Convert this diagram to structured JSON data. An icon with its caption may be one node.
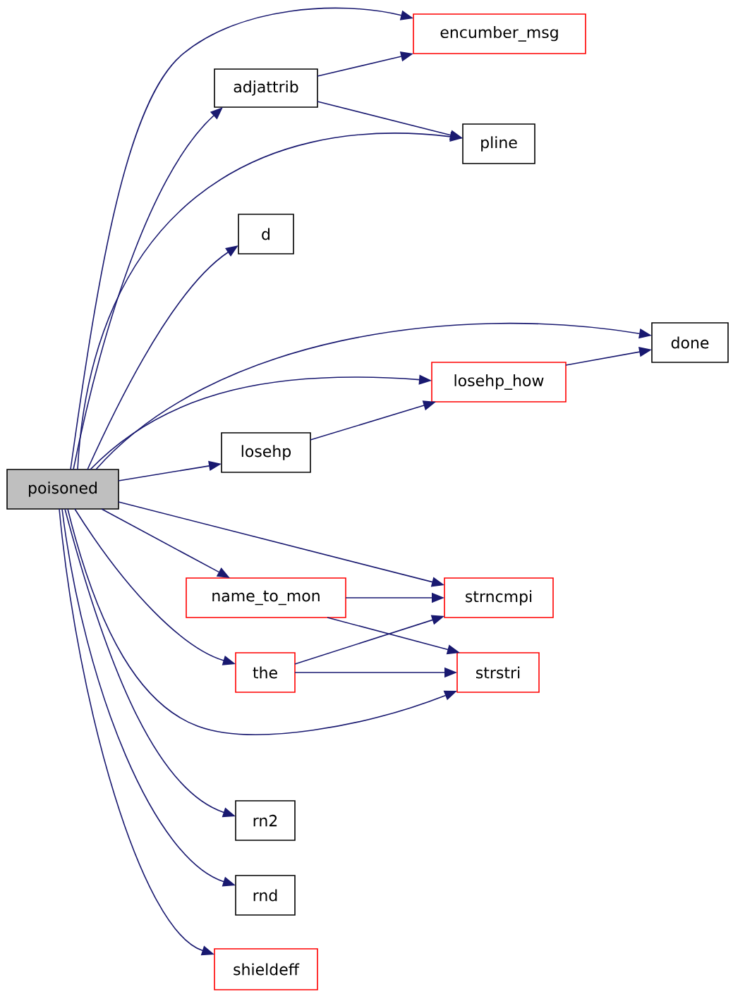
{
  "diagram": {
    "nodes": [
      {
        "text": [
          "poisoned"
        ]
      },
      {
        "text": [
          "encumber_msg"
        ]
      },
      {
        "text": [
          "adjattrib"
        ]
      },
      {
        "text": [
          "pline"
        ]
      },
      {
        "text": [
          "d"
        ]
      },
      {
        "text": [
          "done"
        ]
      },
      {
        "text": [
          "losehp_how"
        ]
      },
      {
        "text": [
          "losehp"
        ]
      },
      {
        "text": [
          "name_to_mon"
        ]
      },
      {
        "text": [
          "strncmpi"
        ]
      },
      {
        "text": [
          "the"
        ]
      },
      {
        "text": [
          "strstri"
        ]
      },
      {
        "text": [
          "rn2"
        ]
      },
      {
        "text": [
          "rnd"
        ]
      },
      {
        "text": [
          "shieldeff"
        ]
      }
    ],
    "edges": [
      {
        "from": 0,
        "to": 1,
        "arrow": "to"
      },
      {
        "from": 0,
        "to": 2,
        "arrow": "to"
      },
      {
        "from": 0,
        "to": 3,
        "arrow": "to"
      },
      {
        "from": 0,
        "to": 4,
        "arrow": "to"
      },
      {
        "from": 0,
        "to": 5,
        "arrow": "to"
      },
      {
        "from": 0,
        "to": 6,
        "arrow": "to"
      },
      {
        "from": 0,
        "to": 7,
        "arrow": "to"
      },
      {
        "from": 0,
        "to": 9,
        "arrow": "to"
      },
      {
        "from": 0,
        "to": 8,
        "arrow": "to"
      },
      {
        "from": 0,
        "to": 10,
        "arrow": "to"
      },
      {
        "from": 0,
        "to": 11,
        "arrow": "to"
      },
      {
        "from": 0,
        "to": 12,
        "arrow": "to"
      },
      {
        "from": 0,
        "to": 13,
        "arrow": "to"
      },
      {
        "from": 0,
        "to": 14,
        "arrow": "to"
      },
      {
        "from": 2,
        "to": 1,
        "arrow": "to"
      },
      {
        "from": 2,
        "to": 3,
        "arrow": "to"
      },
      {
        "from": 6,
        "to": 5,
        "arrow": "to"
      },
      {
        "from": 7,
        "to": 6,
        "arrow": "to"
      },
      {
        "from": 8,
        "to": 9,
        "arrow": "to"
      },
      {
        "from": 8,
        "to": 11,
        "arrow": "to"
      },
      {
        "from": 10,
        "to": 9,
        "arrow": "to"
      },
      {
        "from": 10,
        "to": 11,
        "arrow": "to"
      }
    ]
  }
}
